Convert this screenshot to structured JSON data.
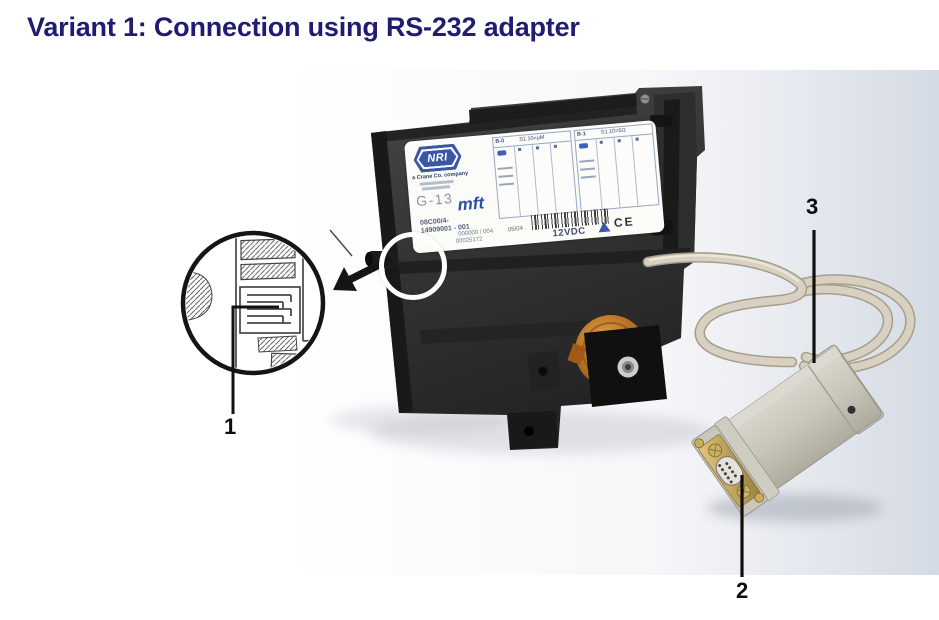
{
  "page": {
    "title": "Variant 1: Connection using RS-232 adapter"
  },
  "callouts": {
    "c1": "1",
    "c2": "2",
    "c3": "3"
  },
  "device_label": {
    "brand": "NRI",
    "company": "a Crane Co. company",
    "model": "G-13",
    "series": "mft",
    "code_line1": "08C00/4-",
    "code_line2": "14909001 - 001",
    "counter_line1": "000000 / 004",
    "counter_line2": "00025172",
    "date_code": "05/04",
    "voltage": "12VDC",
    "ce": "CE",
    "table": {
      "left": {
        "col": "B-0",
        "val": "S1.10=µM"
      },
      "right": {
        "col": "B-1",
        "val": "S1.10=6Ω"
      }
    }
  },
  "colors": {
    "title": "#201c72",
    "accent_blue": "#2b4fa5",
    "device_dark": "#2b2b2b",
    "cable_beige": "#d8d1c2",
    "adapter_gray": "#c9c6bb",
    "gold": "#c2a55c"
  }
}
